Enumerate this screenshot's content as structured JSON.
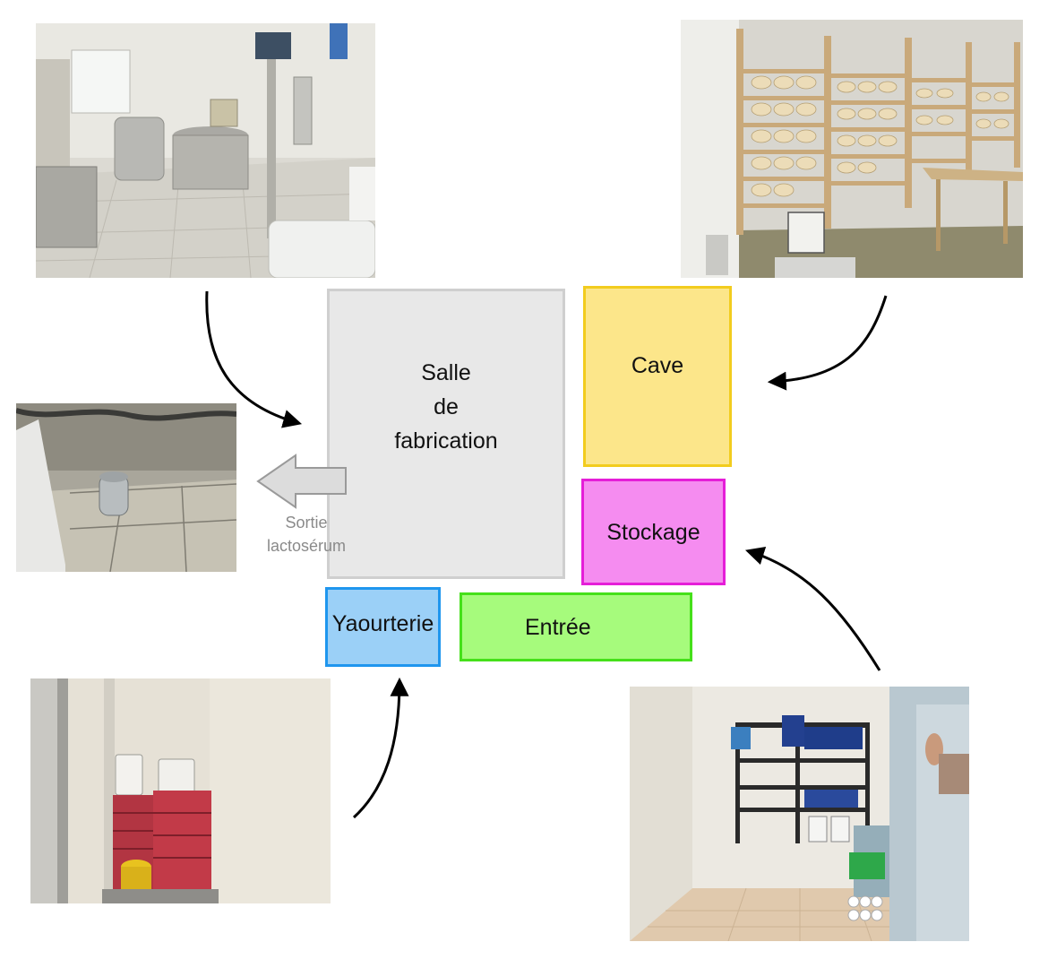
{
  "rooms": {
    "salle": {
      "lines": [
        "Salle",
        "de",
        "fabrication"
      ],
      "fill": "#e8e8e8",
      "border": "#cfcfcf"
    },
    "cave": {
      "label": "Cave",
      "fill": "#fce68a",
      "border": "#f2cc1e"
    },
    "stockage": {
      "label": "Stockage",
      "fill": "#f58cf0",
      "border": "#e51ed8"
    },
    "yaourterie": {
      "label": "Yaourterie",
      "fill": "#9bd0f7",
      "border": "#1f96ee"
    },
    "entree": {
      "label": "Entrée",
      "fill": "#a6fb7c",
      "border": "#45e01a"
    }
  },
  "outlet": {
    "lines": [
      "Sortie",
      "lactosérum"
    ]
  },
  "photos": [
    {
      "id": "photo-salle-fabrication",
      "room": "Salle de fabrication"
    },
    {
      "id": "photo-cave",
      "room": "Cave"
    },
    {
      "id": "photo-sortie-lactoserum",
      "room": "Sortie lactosérum"
    },
    {
      "id": "photo-yaourterie",
      "room": "Yaourterie"
    },
    {
      "id": "photo-stockage",
      "room": "Stockage"
    }
  ]
}
